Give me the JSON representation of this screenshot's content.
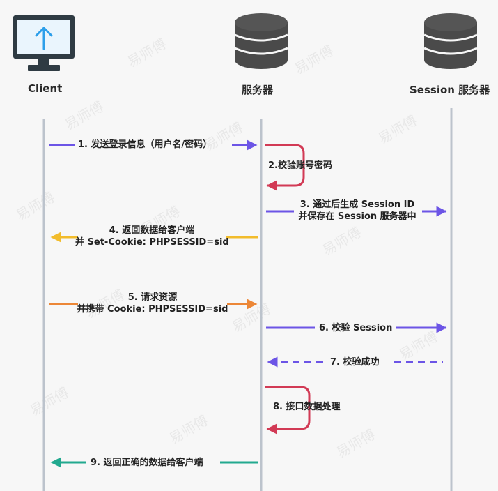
{
  "actors": {
    "client": "Client",
    "server": "服务器",
    "session_server": "Session 服务器"
  },
  "messages": {
    "m1": "1. 发送登录信息（用户名/密码）",
    "m2": "2.校验账号密码",
    "m3_line1": "3. 通过后生成 Session ID",
    "m3_line2": "并保存在 Session 服务器中",
    "m4_line1": "4. 返回数据给客户端",
    "m4_line2": "并 Set-Cookie: PHPSESSID=sid",
    "m5_line1": "5. 请求资源",
    "m5_line2": "并携带 Cookie: PHPSESSID=sid",
    "m6": "6. 校验 Session",
    "m7": "7. 校验成功",
    "m8": "8. 接口数据处理",
    "m9": "9. 返回正确的数据给客户端"
  },
  "watermark": "易师傅",
  "colors": {
    "purple": "#6c55e6",
    "red": "#d23a55",
    "yellow": "#f2bc2c",
    "orange": "#ec8737",
    "teal": "#22a98f",
    "lifeline": "#bcc3cc",
    "monitor": "#2f3b43",
    "screen": "#2d9fea",
    "db": "#4a4a4a"
  }
}
